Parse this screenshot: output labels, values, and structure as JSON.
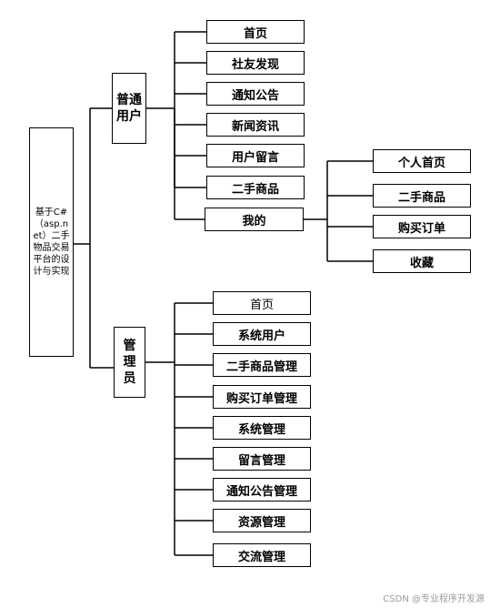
{
  "root": "基于C#（asp.net）二手物品交易平台的设计与实现",
  "user": {
    "label": "普通用户",
    "items": [
      "首页",
      "社友发现",
      "通知公告",
      "新闻资讯",
      "用户留言",
      "二手商品"
    ],
    "mine": {
      "label": "我的",
      "items": [
        "个人首页",
        "二手商品",
        "购买订单",
        "收藏"
      ]
    }
  },
  "admin": {
    "label": "管理员",
    "items": [
      "首页",
      "系统用户",
      "二手商品管理",
      "购买订单管理",
      "系统管理",
      "留言管理",
      "通知公告管理",
      "资源管理",
      "交流管理"
    ]
  },
  "watermark": "CSDN @专业程序开发源"
}
